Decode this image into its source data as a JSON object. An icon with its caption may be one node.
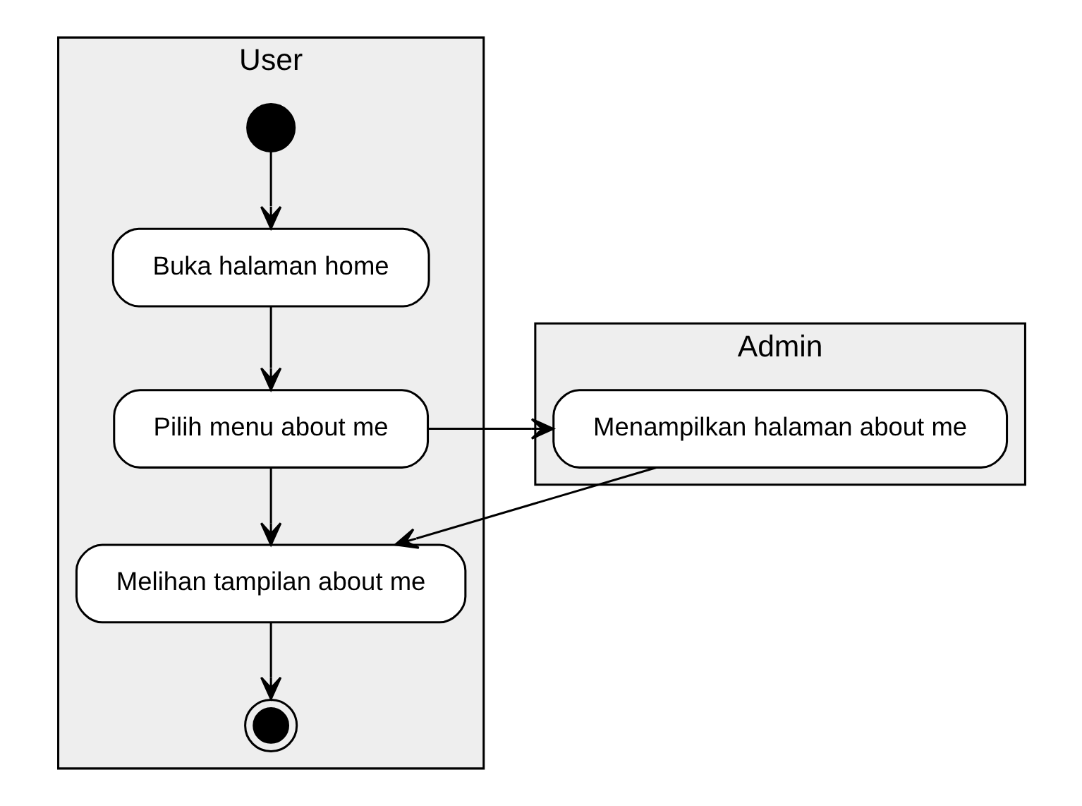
{
  "diagram": {
    "nodes": [
      {
        "text": [
          "User"
        ]
      },
      {
        "text": [],
        "shape": "circle",
        "in": 0
      },
      {
        "text": [
          "Buka halaman home"
        ],
        "in": 0
      },
      {
        "text": [
          "Pilih menu about me"
        ],
        "in": 0
      },
      {
        "text": [
          "Melihan tampilan about me"
        ],
        "in": 0
      },
      {
        "text": [],
        "shape": "circle",
        "in": 0
      },
      {
        "text": [
          "Admin"
        ]
      },
      {
        "text": [
          "Menampilkan halaman about me"
        ],
        "in": 6
      }
    ],
    "edges": [
      {
        "from": 1,
        "to": 2,
        "arrow": "to"
      },
      {
        "from": 2,
        "to": 3,
        "arrow": "to"
      },
      {
        "from": 3,
        "to": 7,
        "arrow": "to"
      },
      {
        "from": 3,
        "to": 4,
        "arrow": "to"
      },
      {
        "from": 7,
        "to": 4,
        "arrow": "to"
      },
      {
        "from": 4,
        "to": 5,
        "arrow": "to"
      }
    ]
  }
}
